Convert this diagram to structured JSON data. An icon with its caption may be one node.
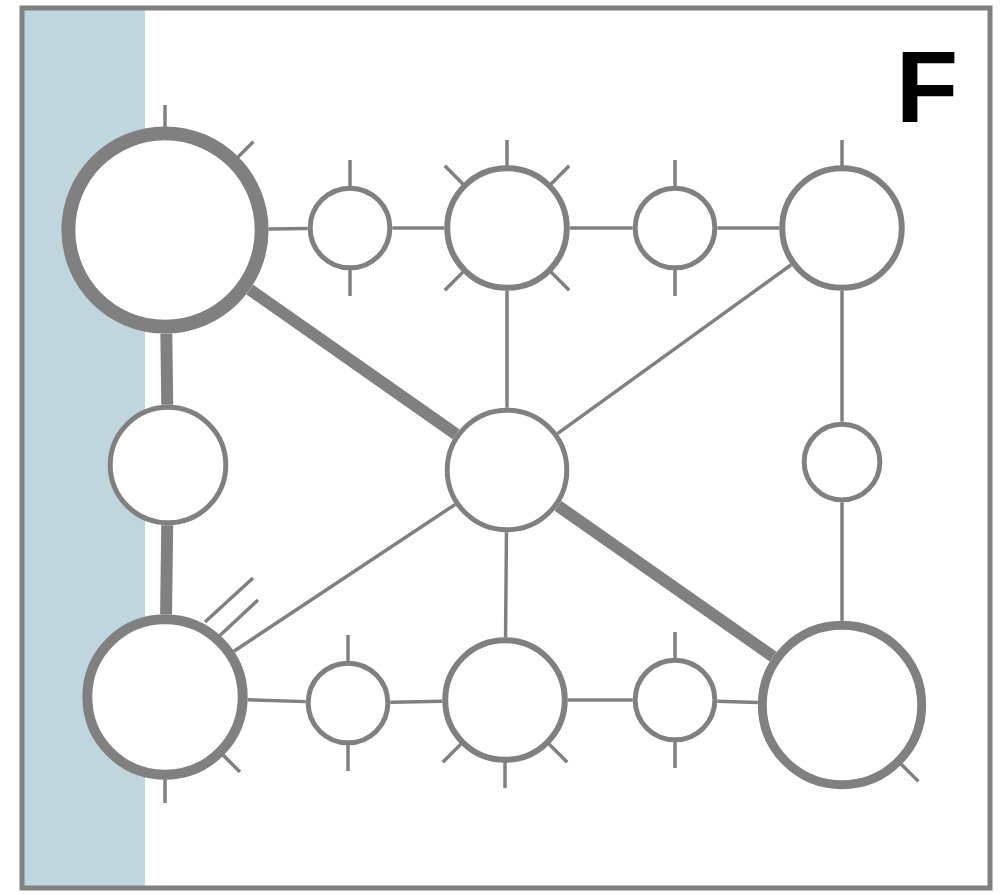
{
  "diagram": {
    "nodes": [
      {
        "text": [],
        "shape": "circle"
      },
      {
        "text": [],
        "shape": "circle"
      },
      {
        "text": [],
        "shape": "circle"
      },
      {
        "text": [],
        "shape": "circle"
      },
      {
        "text": [],
        "shape": "circle"
      },
      {
        "text": [],
        "shape": "circle"
      },
      {
        "text": [],
        "shape": "circle"
      },
      {
        "text": [],
        "shape": "circle"
      },
      {
        "text": [],
        "shape": "circle"
      },
      {
        "text": [],
        "shape": "circle"
      },
      {
        "text": [],
        "shape": "circle"
      },
      {
        "text": [],
        "shape": "circle"
      },
      {
        "text": [],
        "shape": "circle"
      }
    ],
    "edges": [
      {
        "from": 0,
        "to": 1,
        "arrow": "none"
      },
      {
        "from": 1,
        "to": 2,
        "arrow": "none"
      },
      {
        "from": 2,
        "to": 3,
        "arrow": "none"
      },
      {
        "from": 3,
        "to": 4,
        "arrow": "none"
      },
      {
        "from": 0,
        "to": 5,
        "arrow": "none",
        "style": "thick"
      },
      {
        "from": 5,
        "to": 8,
        "arrow": "none",
        "style": "thick"
      },
      {
        "from": 0,
        "to": 6,
        "arrow": "none",
        "style": "thick"
      },
      {
        "from": 6,
        "to": 12,
        "arrow": "none",
        "style": "thick"
      },
      {
        "from": 2,
        "to": 6,
        "arrow": "none"
      },
      {
        "from": 4,
        "to": 6,
        "arrow": "none"
      },
      {
        "from": 6,
        "to": 8,
        "arrow": "none"
      },
      {
        "from": 6,
        "to": 10,
        "arrow": "none"
      },
      {
        "from": 4,
        "to": 7,
        "arrow": "none"
      },
      {
        "from": 7,
        "to": 12,
        "arrow": "none"
      },
      {
        "from": 8,
        "to": 9,
        "arrow": "none"
      },
      {
        "from": 9,
        "to": 10,
        "arrow": "none"
      },
      {
        "from": 10,
        "to": 11,
        "arrow": "none"
      },
      {
        "from": 11,
        "to": 12,
        "arrow": "none"
      }
    ],
    "labels": [
      "F"
    ]
  }
}
